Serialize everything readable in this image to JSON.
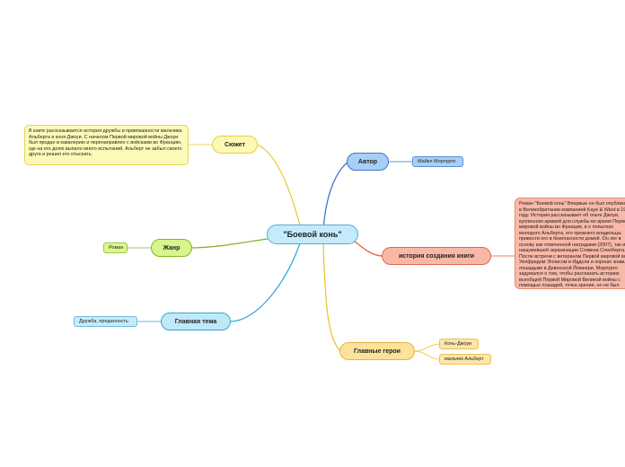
{
  "mindmap": {
    "central": "\"Боевой конь\"",
    "author": {
      "label": "Автор",
      "leaf": "Майкл Морпурго"
    },
    "history": {
      "label": "история создания книги",
      "text": "Роман \"Боевой конь\" Впервые он был опубликован в Великобритании компанией Kaye & Ward в 1982 году. История рассказывает об ольте Джоуи, купленном армией для службы во время Первой мировой войны во Франции, и о попытках молодого Альберта, его прежнего владельца, привести его в безопасности домой. Он лег в основу как отмеченной наградами (2007), так и нашумевшей экранизации Стивена Спилберга. После встречи с ветераном Первой мировой войны Уилфредом Эллисом в Иддсли и хорошо знавшим лошадьми в Девонской Йомнери, Морпурго задумался о том, чтобы рассказать историю всеобщей Первой Мировой Великой войны с помощью лошадей, точка зрения, но не был уверен, что сможет это сделать. Он встречал другого крестьянина, капитана Бадджета, который служил в кавалерии во время Великой войны, и еще одного крестьянина, Альберта Уикса, который вспомнил, как армия пришла в деревню, чтобы купить лошадей. Это благодарит этих троих за посещение книги."
    },
    "heroes": {
      "label": "Главные герои",
      "leaves": [
        "Конь-Джоуи",
        "мальчик Альберт"
      ]
    },
    "theme": {
      "label": "Главная тема",
      "leaf": "Дружба, преданность"
    },
    "genre": {
      "label": "Жанр",
      "leaf": "Роман"
    },
    "plot": {
      "label": "Сюжет",
      "text": "В книге рассказывается история дружбы и привязанности мальчика Альберта и коня Джоуи. С началом Первой мировой войны Джоуи был продан в кавалерию и перенаправлен с войсками во Францию, где на его долю выпало много испытаний. Альберт не забыл своего друга и решил его отыскать."
    }
  },
  "colors": {
    "author": "#2a6fc9",
    "history": "#e8542e",
    "heroes": "#e8c22a",
    "theme": "#2aa6d6",
    "genre": "#7fb020",
    "plot": "#e8c82a"
  }
}
